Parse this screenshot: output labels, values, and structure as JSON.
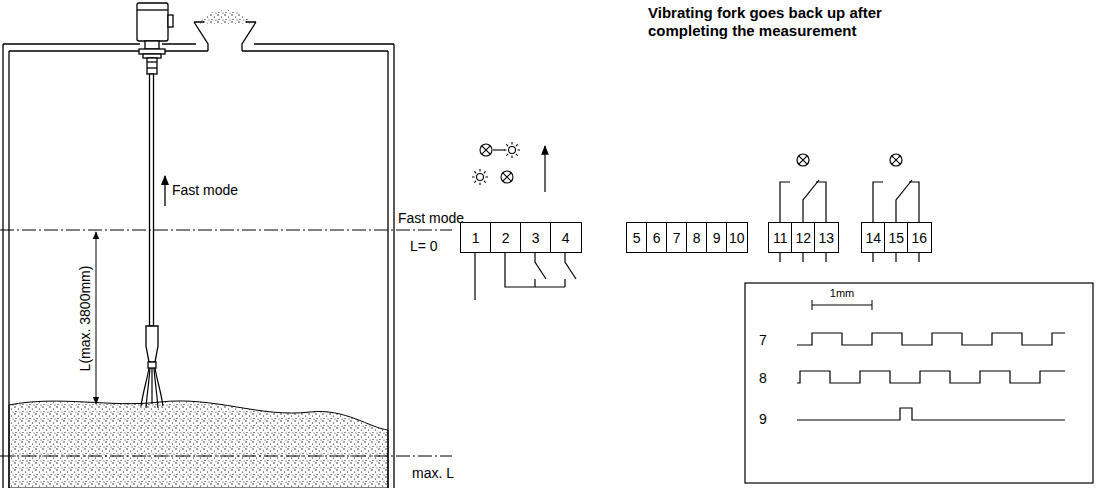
{
  "diagram": {
    "nodes": [
      {
        "text": [
          "1"
        ]
      },
      {
        "text": [
          "2"
        ]
      },
      {
        "text": [
          "3"
        ]
      },
      {
        "text": [
          "4"
        ]
      },
      {
        "text": [
          "5"
        ]
      },
      {
        "text": [
          "6"
        ]
      },
      {
        "text": [
          "7"
        ]
      },
      {
        "text": [
          "8"
        ]
      },
      {
        "text": [
          "9"
        ]
      },
      {
        "text": [
          "10"
        ]
      },
      {
        "text": [
          "11"
        ]
      },
      {
        "text": [
          "12"
        ]
      },
      {
        "text": [
          "13"
        ]
      },
      {
        "text": [
          "14"
        ]
      },
      {
        "text": [
          "15"
        ]
      },
      {
        "text": [
          "16"
        ]
      }
    ],
    "labels": [
      "Vibrating fork goes back up after completing the measurement",
      "Fast mode",
      "Fast mode",
      "L= 0",
      "L(max. 3800mm)",
      "max. L",
      "1mm",
      "7",
      "8",
      "9"
    ]
  }
}
